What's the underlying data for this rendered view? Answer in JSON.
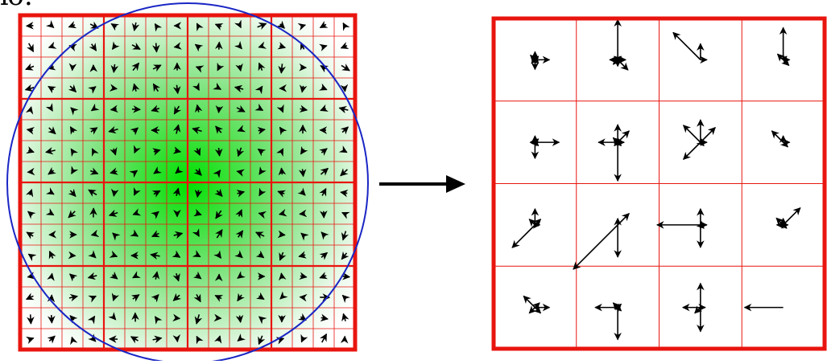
{
  "header_fragment": "ю:",
  "left_panel": {
    "description_name": "gradient-orientation-field",
    "grid_cells": 16,
    "block_cells": 4,
    "frame_color": "#e8150f",
    "grid_color": "#e8150f",
    "circle_color": "#1a26c4",
    "center_color": "#00e000",
    "edge_color": "#ffffff"
  },
  "arrow_icon": "right-arrow-icon",
  "right_panel": {
    "grid_cells": 4,
    "frame_color": "#e8150f",
    "grid_color": "#e8150f"
  }
}
